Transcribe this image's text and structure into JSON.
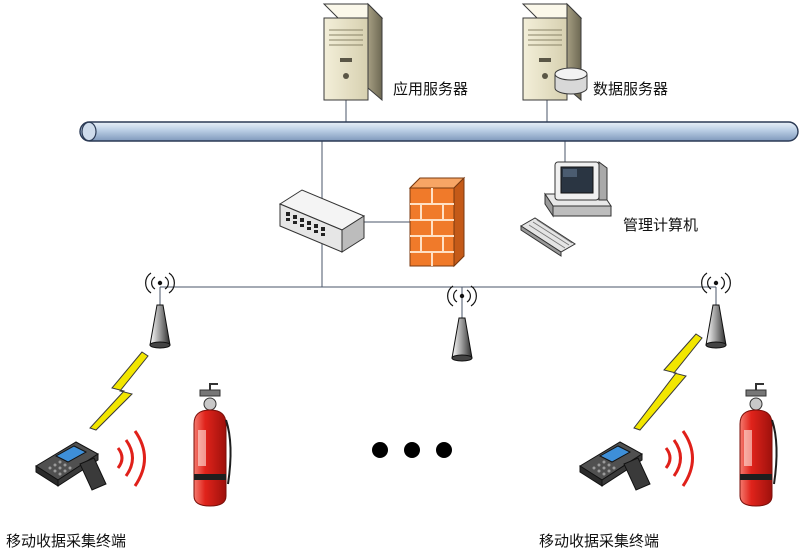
{
  "labels": {
    "app_server": "应用服务器",
    "data_server": "数据服务器",
    "mgmt_computer": "管理计算机",
    "terminal_left": "移动收据采集终端",
    "terminal_right": "移动收据采集终端"
  },
  "icons": {
    "server": "server-icon",
    "database": "database-icon",
    "switch": "network-switch-icon",
    "firewall": "firewall-icon",
    "computer": "desktop-computer-icon",
    "antenna": "wireless-antenna-icon",
    "lightning": "lightning-bolt-icon",
    "scanner": "handheld-scanner-icon",
    "extinguisher": "fire-extinguisher-icon",
    "ellipsis": "ellipsis-icon"
  },
  "colors": {
    "bus_fill": "#b9cde4",
    "bus_stroke": "#2b3a55",
    "firewall": "#f07a2a",
    "lightning": "#f2e600",
    "extinguisher": "#e0231b",
    "radio_waves": "#e0201a"
  }
}
